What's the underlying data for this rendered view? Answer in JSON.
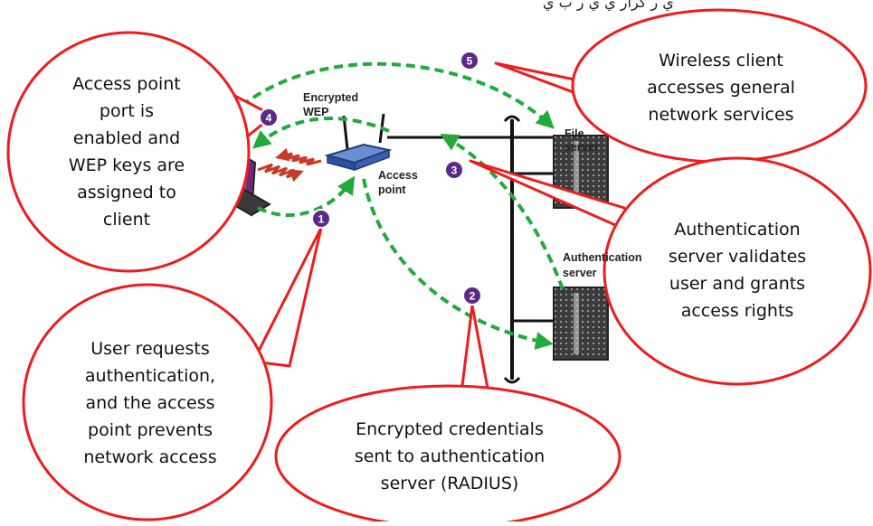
{
  "top_cropped_text": "ي ر گرار ي ي ر ب ي",
  "labels": {
    "encrypted_wep_1": "Encrypted",
    "encrypted_wep_2": "WEP",
    "access_point_1": "Access",
    "access_point_2": "point",
    "file_server_1": "File",
    "file_server_2": "server",
    "auth_server_1": "Authentication",
    "auth_server_2": "server"
  },
  "steps": [
    "1",
    "2",
    "3",
    "4",
    "5"
  ],
  "callouts": {
    "step4": [
      "Access point",
      "port is",
      "enabled and",
      "WEP keys are",
      "assigned to",
      "client"
    ],
    "step5": [
      "Wireless client",
      "accesses general",
      "network services"
    ],
    "step3": [
      "Authentication",
      "server validates",
      "user and grants",
      "access rights"
    ],
    "step1": [
      "User requests",
      "authentication,",
      "and the access",
      "point prevents",
      "network access"
    ],
    "step2": [
      "Encrypted credentials",
      "sent to authentication",
      "server (RADIUS)"
    ]
  },
  "colors": {
    "callout_border": "#ee1c1c",
    "green_arrow": "#22aa3c",
    "step_badge": "#5b2a86",
    "red_link": "#c83a26"
  }
}
